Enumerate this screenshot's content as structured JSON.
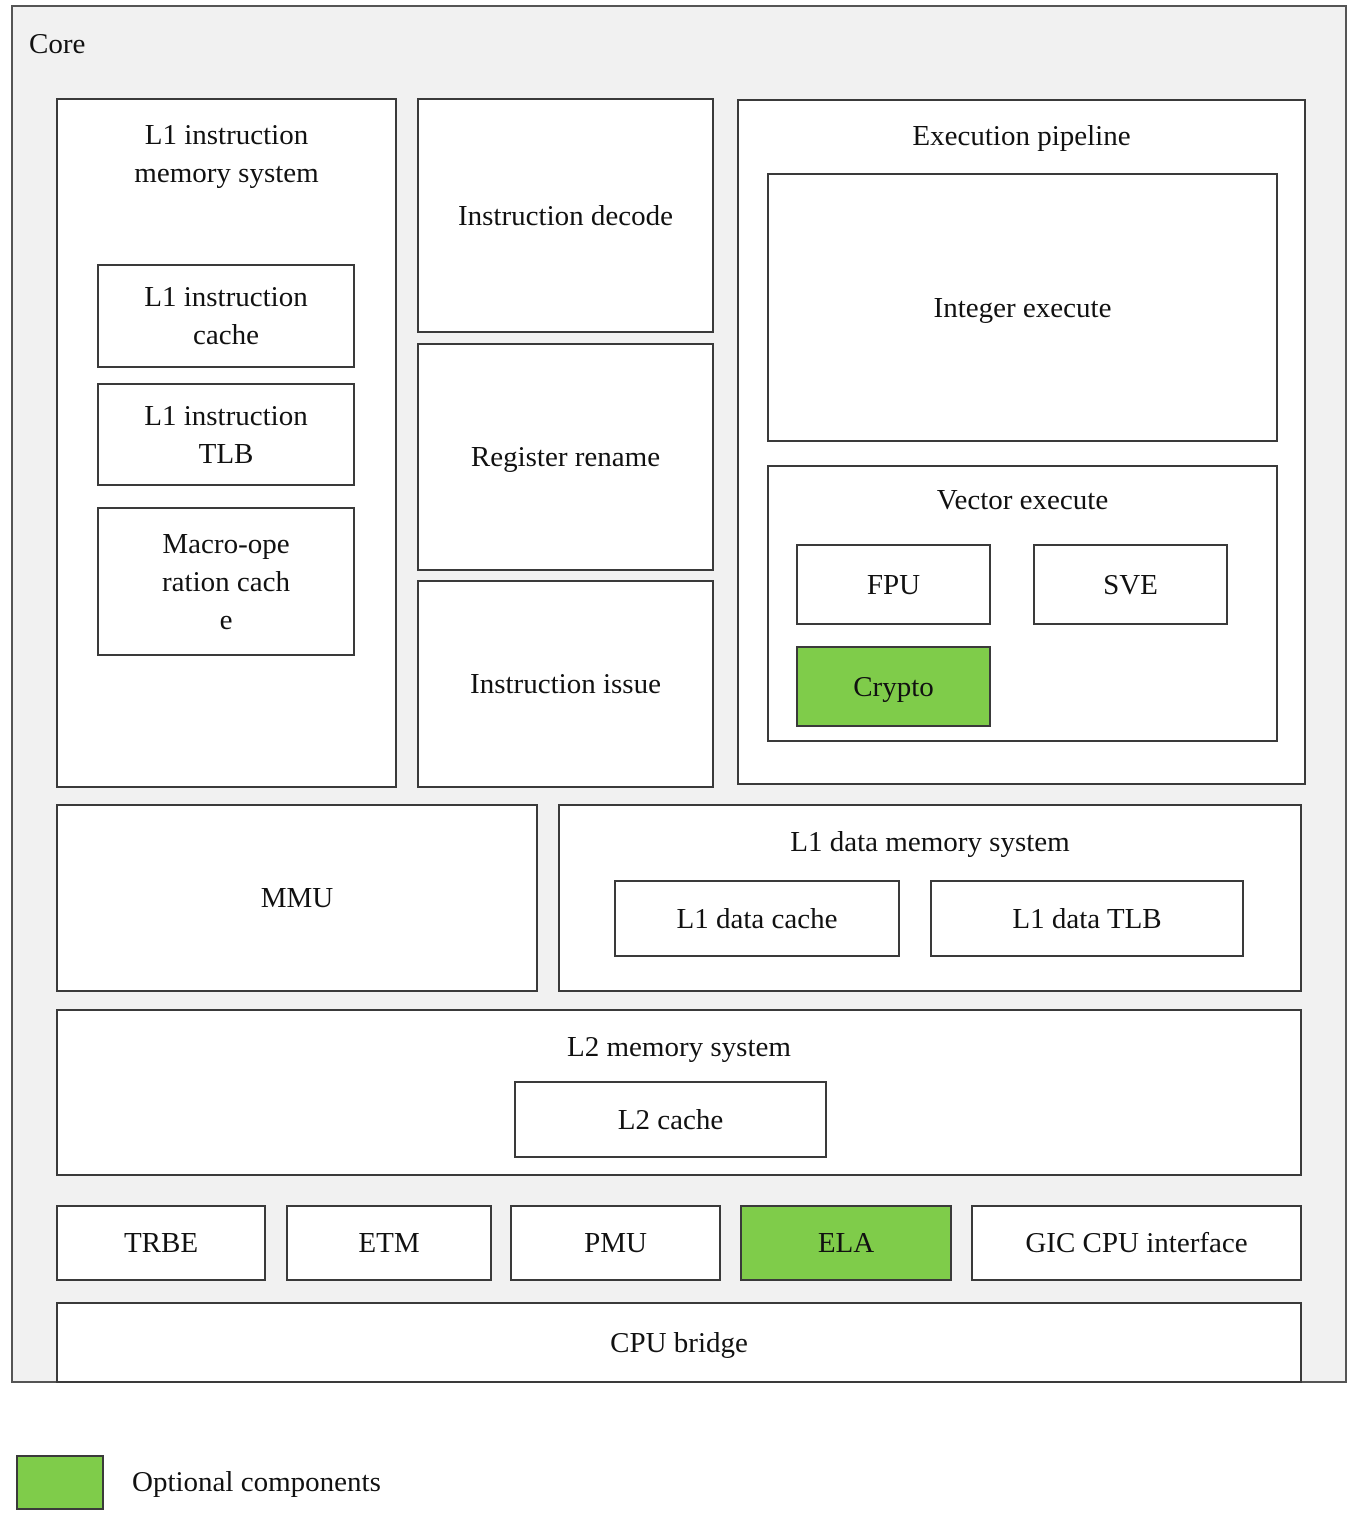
{
  "core": {
    "label": "Core"
  },
  "l1_instruction": {
    "title": "L1 instruction memory system",
    "cache": "L1 instruction cache",
    "tlb": "L1 instruction TLB",
    "macro_op": "Macro-operation cache"
  },
  "pipeline_front": {
    "decode": "Instruction decode",
    "rename": "Register rename",
    "issue": "Instruction issue"
  },
  "execution": {
    "title": "Execution pipeline",
    "integer": "Integer execute",
    "vector": {
      "title": "Vector execute",
      "fpu": "FPU",
      "sve": "SVE",
      "crypto": "Crypto"
    }
  },
  "mmu": {
    "label": "MMU"
  },
  "l1_data": {
    "title": "L1 data memory system",
    "cache": "L1 data cache",
    "tlb": "L1 data TLB"
  },
  "l2": {
    "title": "L2 memory system",
    "cache": "L2 cache"
  },
  "debug_row": {
    "trbe": "TRBE",
    "etm": "ETM",
    "pmu": "PMU",
    "ela": "ELA",
    "gic": "GIC CPU interface"
  },
  "cpu_bridge": {
    "label": "CPU bridge"
  },
  "legend": {
    "optional_label": "Optional components"
  },
  "colors": {
    "optional": "#7fcc4a",
    "core_background": "#f1f1f1",
    "border": "#3a3a3a"
  }
}
